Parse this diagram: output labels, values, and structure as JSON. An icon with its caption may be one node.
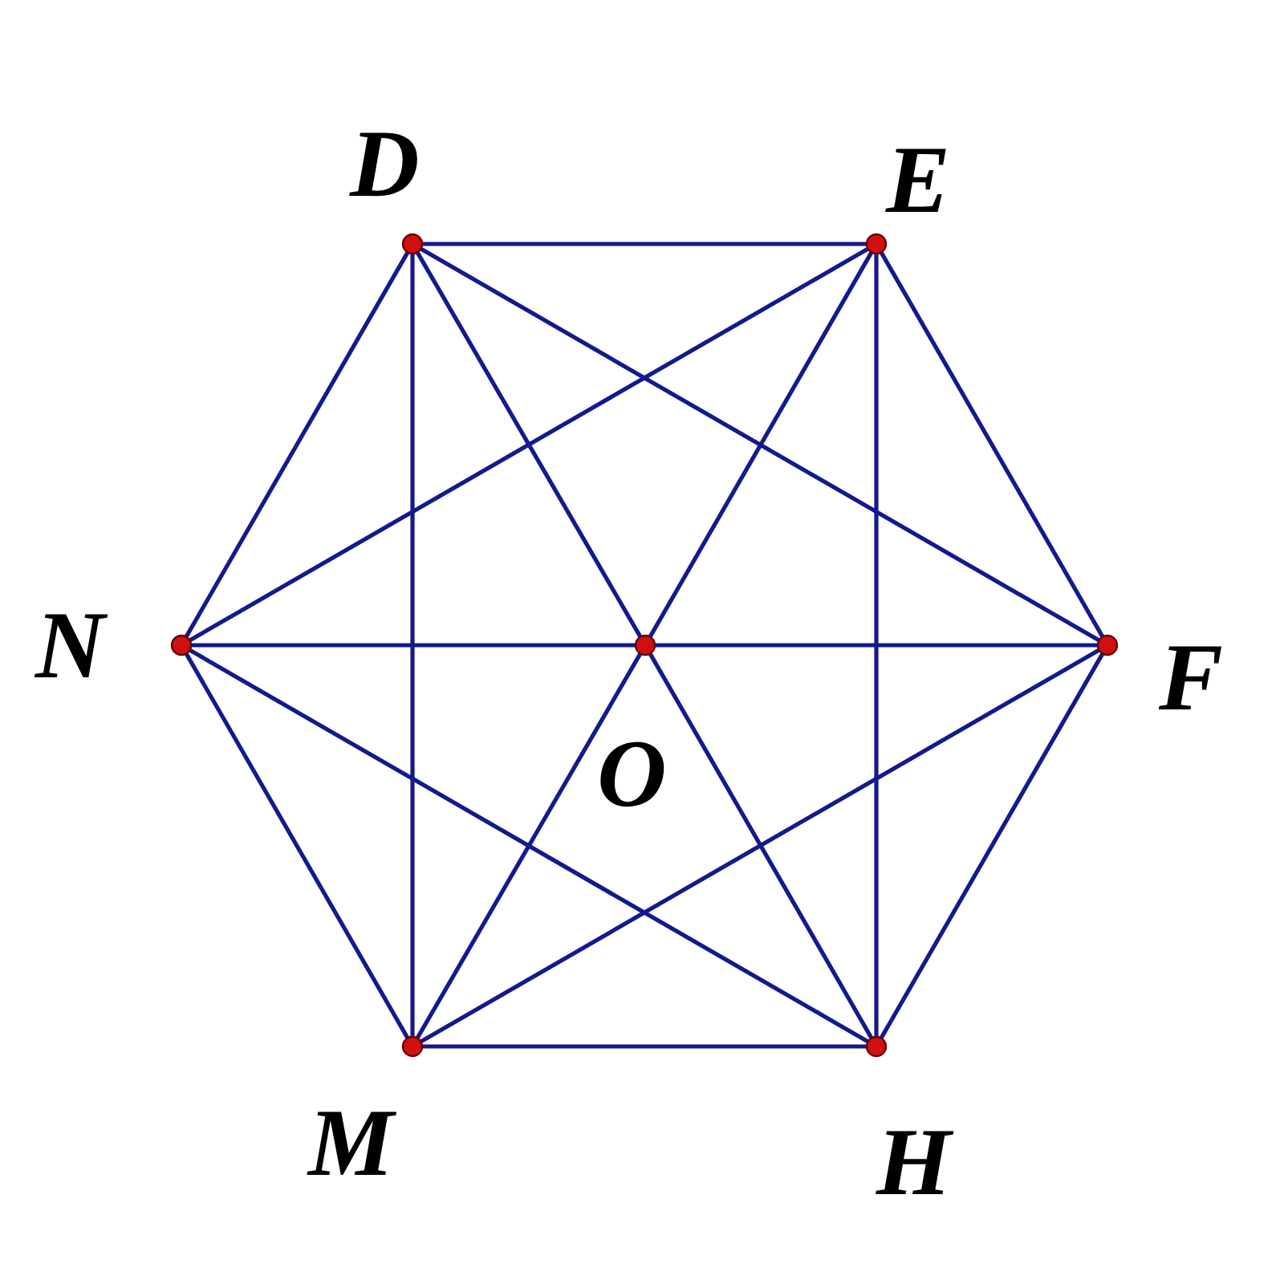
{
  "diagram": {
    "nodes": [
      {
        "text": [],
        "shape": "circle",
        "beside": [
          "D"
        ]
      },
      {
        "text": [],
        "shape": "circle",
        "beside": [
          "E"
        ]
      },
      {
        "text": [],
        "shape": "circle",
        "beside": [
          "N"
        ]
      },
      {
        "text": [],
        "shape": "circle",
        "beside": [
          "O"
        ]
      },
      {
        "text": [],
        "shape": "circle",
        "beside": [
          "F"
        ]
      },
      {
        "text": [],
        "shape": "circle",
        "beside": [
          "M"
        ]
      },
      {
        "text": [],
        "shape": "circle",
        "beside": [
          "H"
        ]
      }
    ],
    "edges": [
      {
        "from": 0,
        "to": 1,
        "arrow": "none"
      },
      {
        "from": 1,
        "to": 4,
        "arrow": "none"
      },
      {
        "from": 4,
        "to": 6,
        "arrow": "none"
      },
      {
        "from": 6,
        "to": 5,
        "arrow": "none"
      },
      {
        "from": 5,
        "to": 2,
        "arrow": "none"
      },
      {
        "from": 2,
        "to": 0,
        "arrow": "none"
      },
      {
        "from": 0,
        "to": 5,
        "arrow": "none"
      },
      {
        "from": 1,
        "to": 6,
        "arrow": "none"
      },
      {
        "from": 2,
        "to": 3,
        "arrow": "none"
      },
      {
        "from": 3,
        "to": 4,
        "arrow": "none"
      },
      {
        "from": 0,
        "to": 3,
        "arrow": "none"
      },
      {
        "from": 3,
        "to": 6,
        "arrow": "none"
      },
      {
        "from": 1,
        "to": 3,
        "arrow": "none"
      },
      {
        "from": 3,
        "to": 5,
        "arrow": "none"
      },
      {
        "from": 0,
        "to": 4,
        "arrow": "none"
      },
      {
        "from": 2,
        "to": 1,
        "arrow": "none"
      },
      {
        "from": 2,
        "to": 6,
        "arrow": "none"
      },
      {
        "from": 5,
        "to": 4,
        "arrow": "none"
      }
    ]
  }
}
